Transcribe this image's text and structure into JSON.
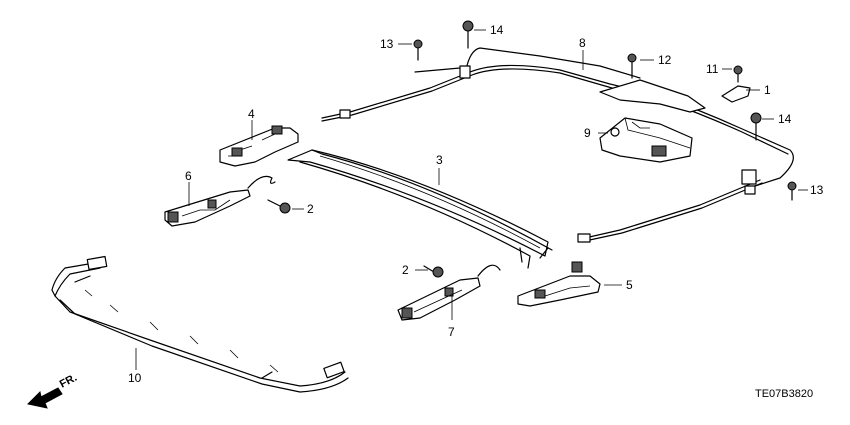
{
  "diagram": {
    "callouts": {
      "c1": "1",
      "c2a": "2",
      "c2b": "2",
      "c3": "3",
      "c4": "4",
      "c5": "5",
      "c6": "6",
      "c7": "7",
      "c8": "8",
      "c9": "9",
      "c10": "10",
      "c11": "11",
      "c12": "12",
      "c13a": "13",
      "c13b": "13",
      "c14a": "14",
      "c14b": "14"
    },
    "diagram_code": "TE07B3820",
    "direction_label": "FR."
  }
}
